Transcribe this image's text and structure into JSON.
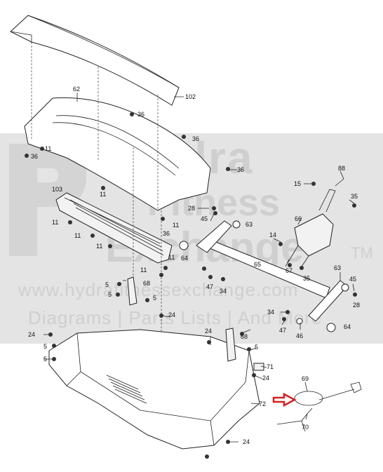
{
  "watermark": {
    "brand_line1": "Hydra",
    "brand_line2": "Fitness",
    "brand_line3": "Exchange",
    "trademark": "TM",
    "url": "www.hydrafitnessexchange.com",
    "tagline": "Diagrams | Parts Lists | And More"
  },
  "callouts": {
    "c102": "102",
    "c62": "62",
    "c36a": "36",
    "c36b": "36",
    "c36c": "36",
    "c36d": "36",
    "c36e": "36",
    "c11a": "11",
    "c11b": "11",
    "c11c": "11",
    "c11d": "11",
    "c11e": "11",
    "c11f": "11",
    "c11g": "11",
    "c11h": "11",
    "c103": "103",
    "c88": "88",
    "c15": "15",
    "c35a": "35",
    "c35b": "35",
    "c28a": "28",
    "c28b": "28",
    "c45a": "45",
    "c45b": "45",
    "c63a": "63",
    "c63b": "63",
    "c66": "66",
    "c14": "14",
    "c67": "67",
    "c64a": "64",
    "c64b": "64",
    "c65": "65",
    "c47a": "47",
    "c47b": "47",
    "c34a": "34",
    "c34b": "34",
    "c46": "46",
    "c68a": "68",
    "c68b": "68",
    "c5a": "5",
    "c5b": "5",
    "c5c": "5",
    "c5d": "5",
    "c5e": "5",
    "c5f": "5",
    "c24a": "24",
    "c24b": "24",
    "c24c": "24",
    "c24d": "24",
    "c24e": "24",
    "c71": "71",
    "c72": "72",
    "c69": "69",
    "c70": "70"
  },
  "highlight_color": "#d42020"
}
